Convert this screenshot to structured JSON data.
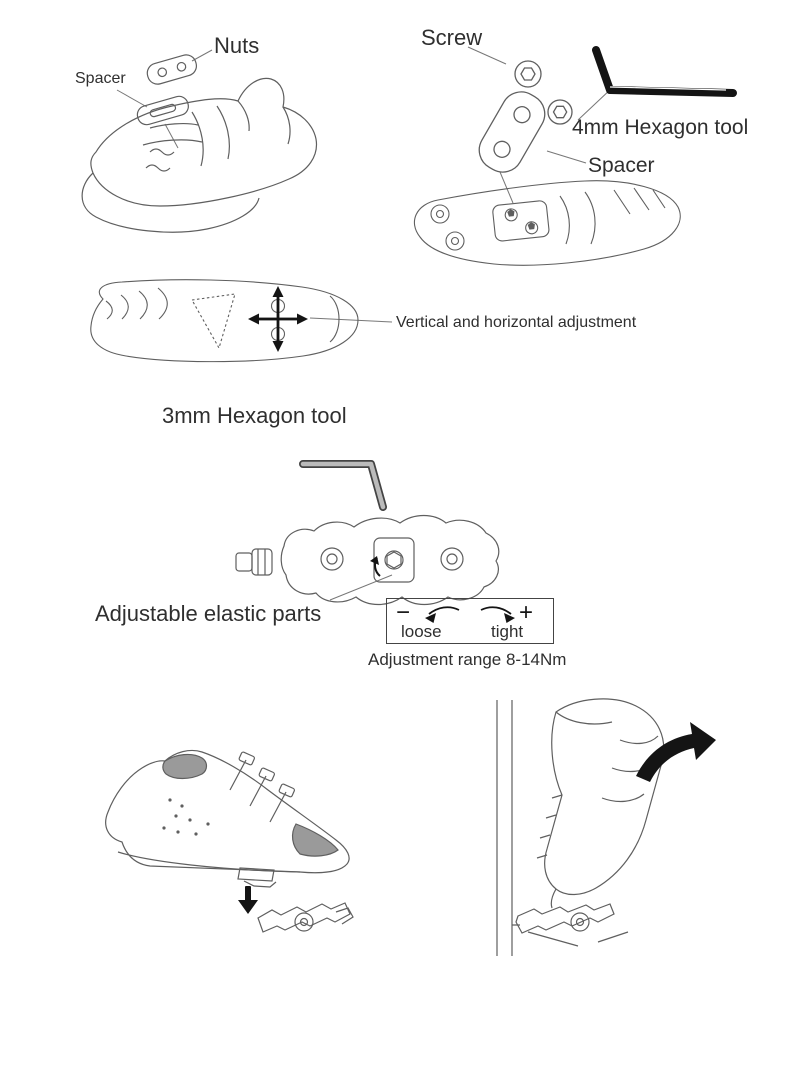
{
  "colors": {
    "background": "#ffffff",
    "line_art": "#5f5f5f",
    "solid_black": "#141414",
    "gray_fill": "#9a9a9a",
    "text": "#2f2f2f"
  },
  "sections": {
    "cleat_assembly": {
      "nuts_label": "Nuts",
      "spacer_label": "Spacer"
    },
    "screw_assembly": {
      "screw_label": "Screw",
      "hex_tool_label": "4mm Hexagon tool",
      "spacer_label": "Spacer"
    },
    "cleat_position": {
      "adjustment_label": "Vertical and horizontal adjustment"
    },
    "tension_adjustment": {
      "hex_tool_label": "3mm Hexagon tool",
      "elastic_label": "Adjustable elastic parts",
      "minus_sign": "−",
      "plus_sign": "+",
      "loose_label": "loose",
      "tight_label": "tight",
      "range_label": "Adjustment range 8-14Nm"
    }
  }
}
